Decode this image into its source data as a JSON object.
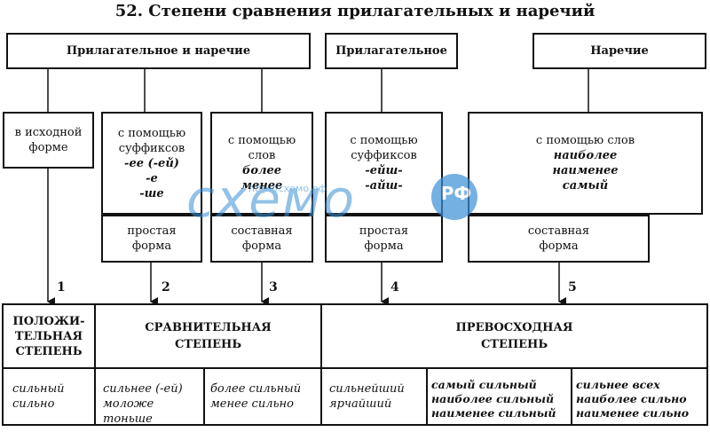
{
  "title": "52. Степени сравнения прилагательных и наречий",
  "headers": {
    "adj_adv": "Прилагательное и наречие",
    "adj": "Прилагательное",
    "adv": "Наречие"
  },
  "methods": {
    "initial": [
      "в исходной",
      "форме"
    ],
    "suffix_simple": {
      "lines": [
        "с помощью",
        "суффиксов"
      ],
      "examples": [
        "-ее (-ей)",
        "-е",
        "-ше"
      ]
    },
    "words_compound": {
      "lines": [
        "с помощью",
        "слов"
      ],
      "examples": [
        "более",
        "менее"
      ]
    },
    "suffix_superlative": {
      "lines": [
        "с помощью",
        "суффиксов"
      ],
      "examples": [
        "-ейш-",
        "-айш-"
      ]
    },
    "words_superlative": {
      "lines": [
        "с помощью слов"
      ],
      "examples": [
        "наиболее",
        "наименее",
        "самый"
      ]
    }
  },
  "forms": {
    "simple_1": [
      "простая",
      "форма"
    ],
    "compound_1": [
      "составная",
      "форма"
    ],
    "simple_2": [
      "простая",
      "форма"
    ],
    "compound_2": [
      "составная",
      "форма"
    ]
  },
  "arrows": [
    "1",
    "2",
    "3",
    "4",
    "5"
  ],
  "degrees": {
    "positive": [
      "ПОЛОЖИ-",
      "ТЕЛЬНАЯ",
      "СТЕПЕНЬ"
    ],
    "comparative": [
      "СРАВНИТЕЛЬНАЯ",
      "СТЕПЕНЬ"
    ],
    "superlative": [
      "ПРЕВОСХОДНАЯ",
      "СТЕПЕНЬ"
    ]
  },
  "examples": {
    "positive": [
      "сильный",
      "сильно"
    ],
    "comparative_simple": [
      "сильнее (-ей)",
      "моложе",
      "тоньше"
    ],
    "comparative_compound": [
      "более сильный",
      "менее сильно"
    ],
    "superlative_simple": [
      "сильнейший",
      "ярчайший"
    ],
    "superlative_compound_adj": [
      "самый сильный",
      "наиболее сильный",
      "наименее сильный"
    ],
    "superlative_compound_adv": [
      "сильнее всех",
      "наиболее сильно",
      "наименее сильно"
    ]
  },
  "watermark": {
    "url": "http://схемо.рф",
    "logo": "схемо",
    "badge": "РФ"
  },
  "colors": {
    "line": "#111111",
    "watermark": "#3a8fd6"
  }
}
